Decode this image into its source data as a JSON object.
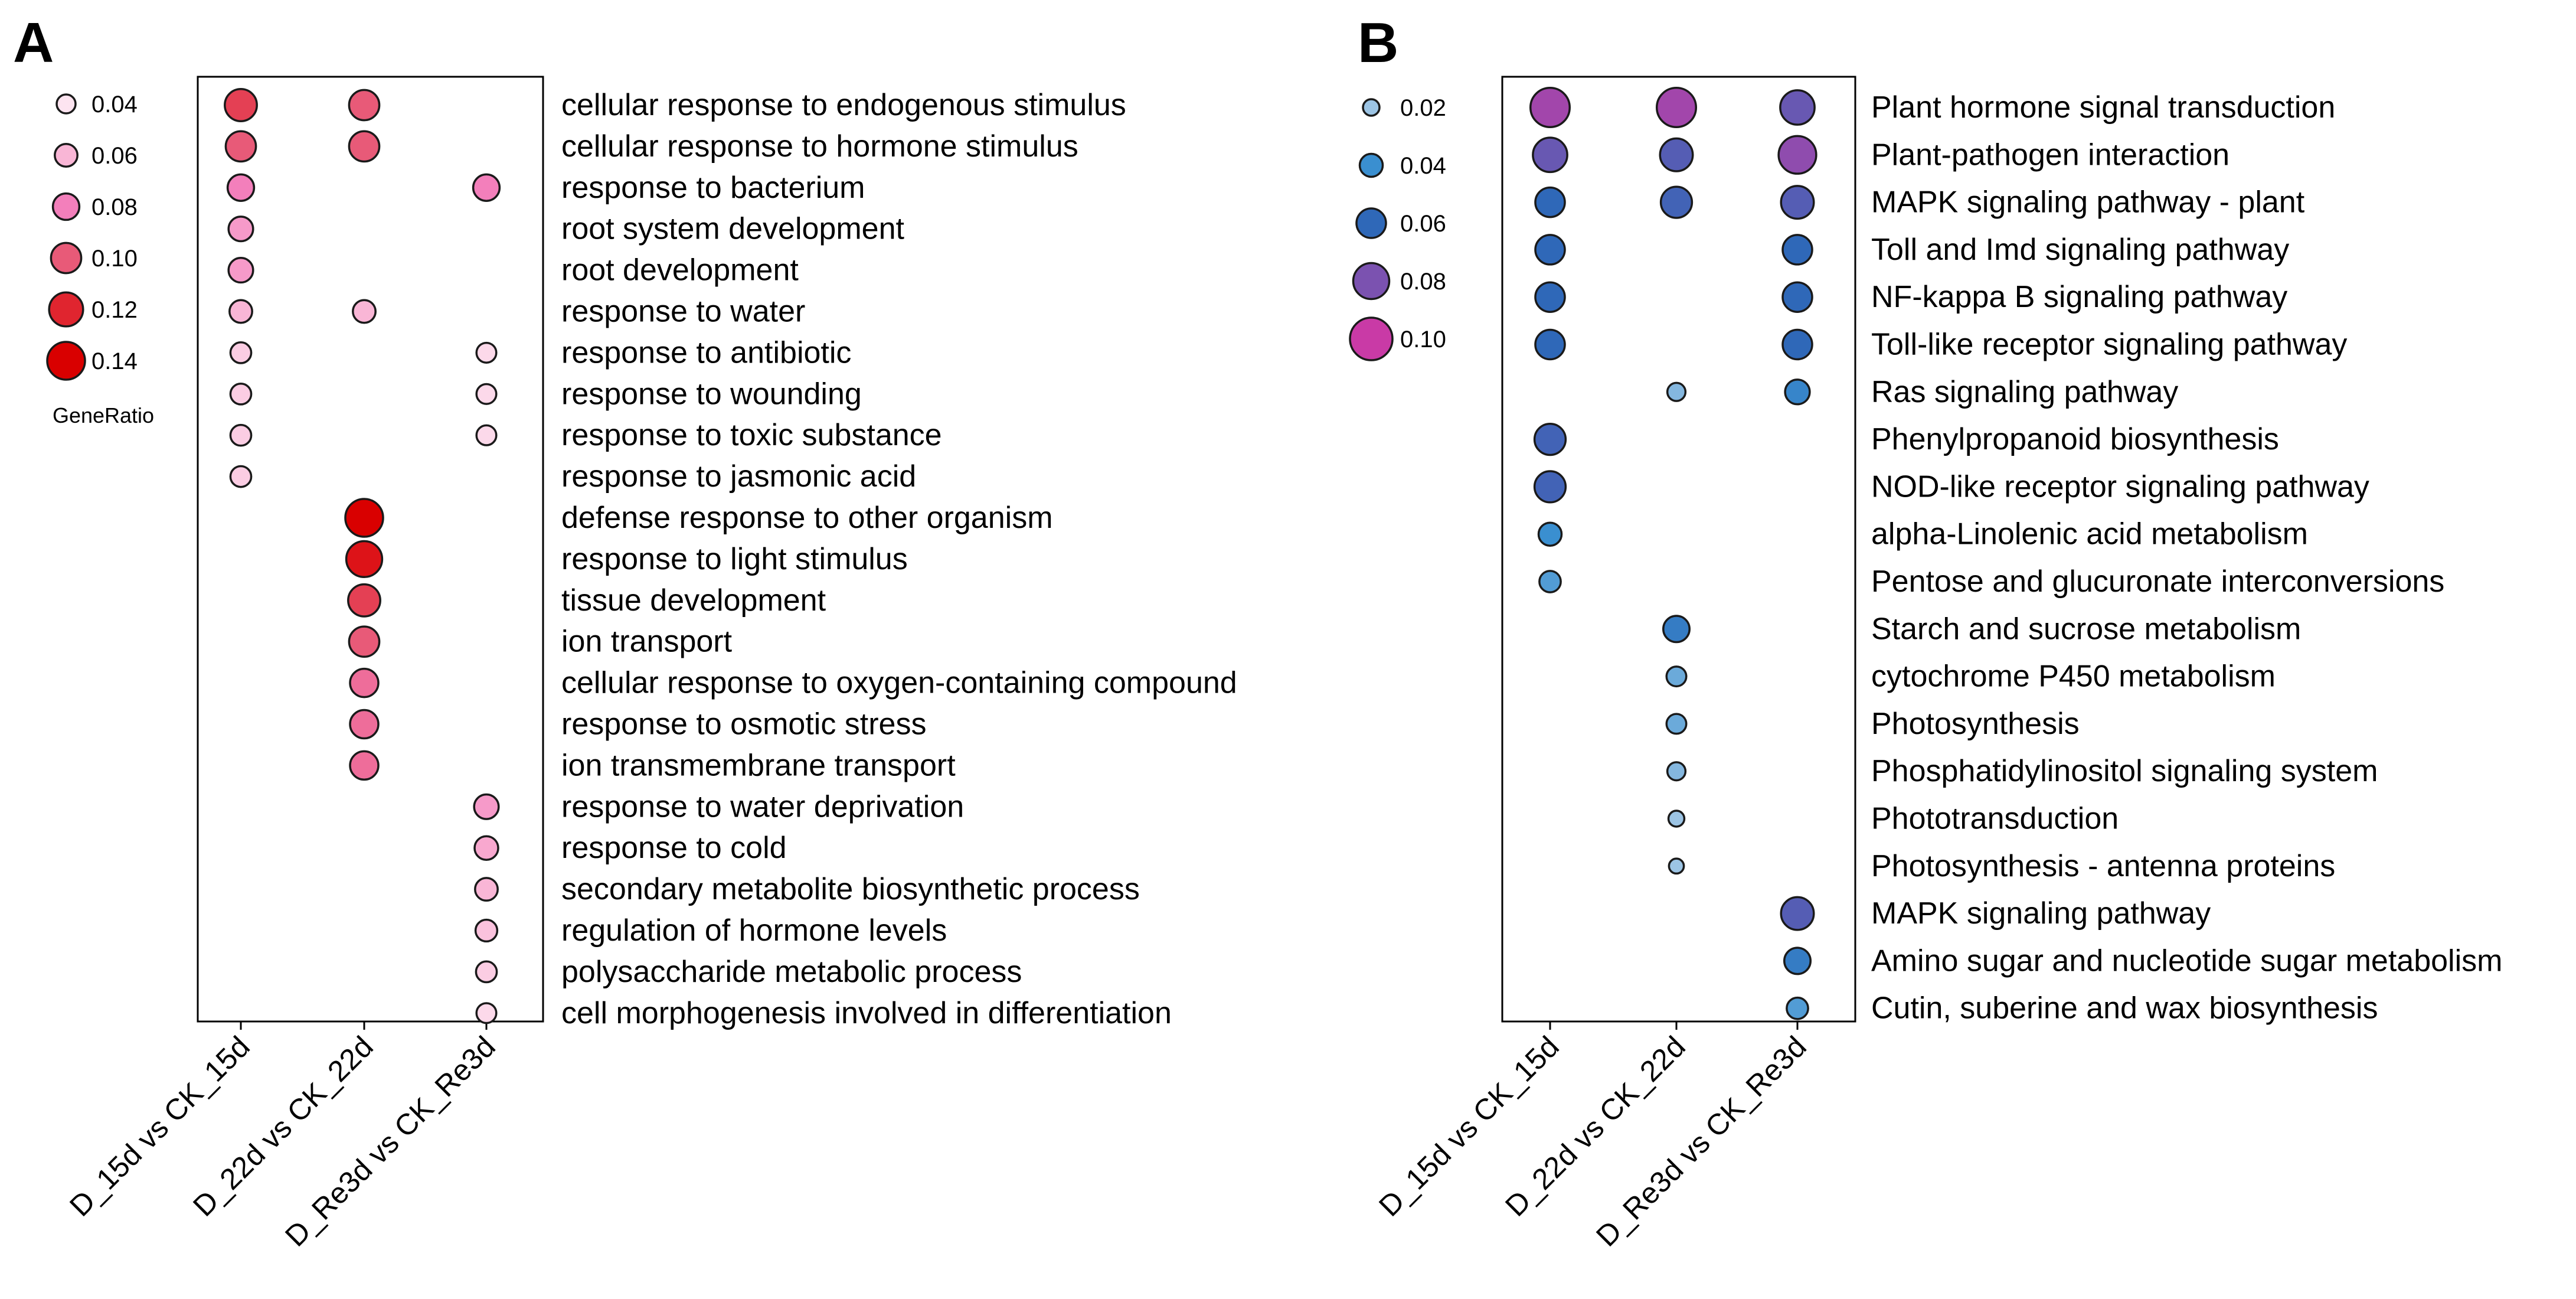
{
  "chart_data": [
    {
      "type": "scatter",
      "panel_label": "A",
      "categories": [
        "D_15d vs CK_15d",
        "D_22d vs CK_22d",
        "D_Re3d vs CK_Re3d"
      ],
      "terms": [
        "cellular response to endogenous stimulus",
        "cellular response to hormone stimulus",
        "response to bacterium",
        "root system development",
        "root development",
        "response to water",
        "response to antibiotic",
        "response to wounding",
        "response to toxic substance",
        "response to jasmonic acid",
        "defense response to other organism",
        "response to light stimulus",
        "tissue development",
        "ion transport",
        "cellular response to oxygen-containing compound",
        "response to osmotic stress",
        "ion transmembrane transport",
        "response to water deprivation",
        "response to cold",
        "secondary metabolite biosynthetic process",
        "regulation of hormone levels",
        "polysaccharide metabolic process",
        "cell morphogenesis involved in differentiation"
      ],
      "points": [
        {
          "term": 0,
          "category": 0,
          "gene_ratio": 0.11
        },
        {
          "term": 0,
          "category": 1,
          "gene_ratio": 0.1
        },
        {
          "term": 1,
          "category": 0,
          "gene_ratio": 0.1
        },
        {
          "term": 1,
          "category": 1,
          "gene_ratio": 0.1
        },
        {
          "term": 2,
          "category": 0,
          "gene_ratio": 0.08
        },
        {
          "term": 2,
          "category": 2,
          "gene_ratio": 0.08
        },
        {
          "term": 3,
          "category": 0,
          "gene_ratio": 0.07
        },
        {
          "term": 4,
          "category": 0,
          "gene_ratio": 0.07
        },
        {
          "term": 5,
          "category": 0,
          "gene_ratio": 0.06
        },
        {
          "term": 5,
          "category": 1,
          "gene_ratio": 0.06
        },
        {
          "term": 6,
          "category": 0,
          "gene_ratio": 0.05
        },
        {
          "term": 6,
          "category": 2,
          "gene_ratio": 0.045
        },
        {
          "term": 7,
          "category": 0,
          "gene_ratio": 0.05
        },
        {
          "term": 7,
          "category": 2,
          "gene_ratio": 0.045
        },
        {
          "term": 8,
          "category": 0,
          "gene_ratio": 0.05
        },
        {
          "term": 8,
          "category": 2,
          "gene_ratio": 0.045
        },
        {
          "term": 9,
          "category": 0,
          "gene_ratio": 0.05
        },
        {
          "term": 10,
          "category": 1,
          "gene_ratio": 0.14
        },
        {
          "term": 11,
          "category": 1,
          "gene_ratio": 0.13
        },
        {
          "term": 12,
          "category": 1,
          "gene_ratio": 0.11
        },
        {
          "term": 13,
          "category": 1,
          "gene_ratio": 0.1
        },
        {
          "term": 14,
          "category": 1,
          "gene_ratio": 0.09
        },
        {
          "term": 15,
          "category": 1,
          "gene_ratio": 0.09
        },
        {
          "term": 16,
          "category": 1,
          "gene_ratio": 0.09
        },
        {
          "term": 17,
          "category": 2,
          "gene_ratio": 0.07
        },
        {
          "term": 18,
          "category": 2,
          "gene_ratio": 0.065
        },
        {
          "term": 19,
          "category": 2,
          "gene_ratio": 0.06
        },
        {
          "term": 20,
          "category": 2,
          "gene_ratio": 0.055
        },
        {
          "term": 21,
          "category": 2,
          "gene_ratio": 0.05
        },
        {
          "term": 22,
          "category": 2,
          "gene_ratio": 0.045
        }
      ],
      "legend": {
        "title": "GeneRatio",
        "values": [
          0.04,
          0.06,
          0.08,
          0.1,
          0.12,
          0.14
        ],
        "labels": [
          "0.04",
          "0.06",
          "0.08",
          "0.10",
          "0.12",
          "0.14"
        ],
        "placement": "left"
      },
      "color_scale": [
        "#fde4f0",
        "#f9b6d6",
        "#f37fbb",
        "#e85a78",
        "#e0252f",
        "#d90000"
      ]
    },
    {
      "type": "scatter",
      "panel_label": "B",
      "categories": [
        "D_15d vs CK_15d",
        "D_22d vs CK_22d",
        "D_Re3d vs CK_Re3d"
      ],
      "terms": [
        "Plant hormone signal transduction",
        "Plant-pathogen interaction",
        "MAPK signaling pathway - plant",
        "Toll and Imd signaling pathway",
        "NF-kappa B signaling pathway",
        "Toll-like receptor signaling pathway",
        "Ras signaling pathway",
        "Phenylpropanoid biosynthesis",
        "NOD-like receptor signaling pathway",
        "alpha-Linolenic acid metabolism",
        "Pentose and glucuronate interconversions",
        "Starch and sucrose metabolism",
        "cytochrome P450 metabolism",
        "Photosynthesis",
        "Phosphatidylinositol signaling system",
        "Phototransduction",
        "Photosynthesis - antenna proteins",
        "MAPK signaling pathway",
        "Amino sugar and nucleotide sugar metabolism",
        "Cutin, suberine and wax biosynthesis"
      ],
      "points": [
        {
          "term": 0,
          "category": 0,
          "gene_ratio": 0.09
        },
        {
          "term": 0,
          "category": 1,
          "gene_ratio": 0.09
        },
        {
          "term": 0,
          "category": 2,
          "gene_ratio": 0.075
        },
        {
          "term": 1,
          "category": 0,
          "gene_ratio": 0.075
        },
        {
          "term": 1,
          "category": 1,
          "gene_ratio": 0.07
        },
        {
          "term": 1,
          "category": 2,
          "gene_ratio": 0.085
        },
        {
          "term": 2,
          "category": 0,
          "gene_ratio": 0.06
        },
        {
          "term": 2,
          "category": 1,
          "gene_ratio": 0.065
        },
        {
          "term": 2,
          "category": 2,
          "gene_ratio": 0.07
        },
        {
          "term": 3,
          "category": 0,
          "gene_ratio": 0.06
        },
        {
          "term": 3,
          "category": 2,
          "gene_ratio": 0.06
        },
        {
          "term": 4,
          "category": 0,
          "gene_ratio": 0.06
        },
        {
          "term": 4,
          "category": 2,
          "gene_ratio": 0.06
        },
        {
          "term": 5,
          "category": 0,
          "gene_ratio": 0.06
        },
        {
          "term": 5,
          "category": 2,
          "gene_ratio": 0.06
        },
        {
          "term": 6,
          "category": 1,
          "gene_ratio": 0.025
        },
        {
          "term": 6,
          "category": 2,
          "gene_ratio": 0.045
        },
        {
          "term": 7,
          "category": 0,
          "gene_ratio": 0.065
        },
        {
          "term": 8,
          "category": 0,
          "gene_ratio": 0.065
        },
        {
          "term": 9,
          "category": 0,
          "gene_ratio": 0.04
        },
        {
          "term": 10,
          "category": 0,
          "gene_ratio": 0.035
        },
        {
          "term": 11,
          "category": 1,
          "gene_ratio": 0.05
        },
        {
          "term": 12,
          "category": 1,
          "gene_ratio": 0.03
        },
        {
          "term": 13,
          "category": 1,
          "gene_ratio": 0.03
        },
        {
          "term": 14,
          "category": 1,
          "gene_ratio": 0.025
        },
        {
          "term": 15,
          "category": 1,
          "gene_ratio": 0.018
        },
        {
          "term": 16,
          "category": 1,
          "gene_ratio": 0.015
        },
        {
          "term": 17,
          "category": 2,
          "gene_ratio": 0.07
        },
        {
          "term": 18,
          "category": 2,
          "gene_ratio": 0.05
        },
        {
          "term": 19,
          "category": 2,
          "gene_ratio": 0.035
        }
      ],
      "legend": {
        "values": [
          0.02,
          0.04,
          0.06,
          0.08,
          0.1
        ],
        "labels": [
          "0.02",
          "0.04",
          "0.06",
          "0.08",
          "0.10"
        ],
        "placement": "left"
      },
      "color_scale": [
        "#9cc4e4",
        "#3a8fd0",
        "#2f68b8",
        "#7b52b0",
        "#c93aa6"
      ]
    }
  ]
}
